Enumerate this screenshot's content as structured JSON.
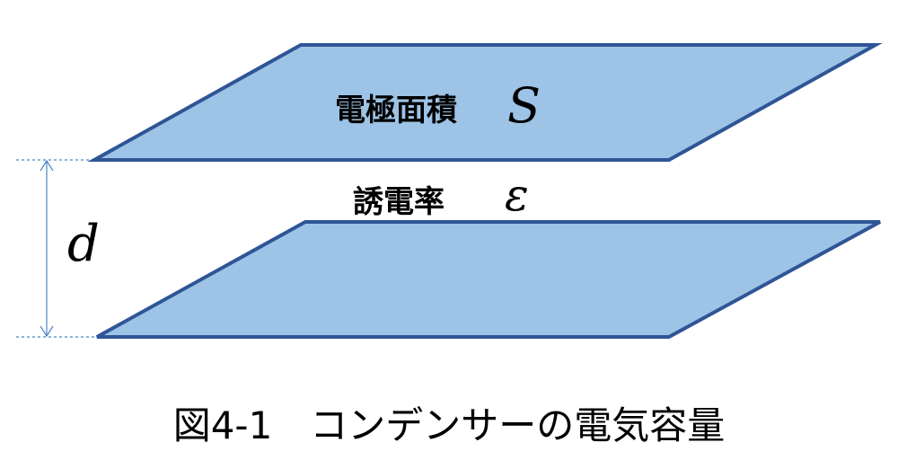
{
  "plates": {
    "area_label": "電極面積",
    "area_symbol": "S",
    "permittivity_label": "誘電率",
    "permittivity_symbol": "ε"
  },
  "distance": {
    "symbol": "d"
  },
  "caption": "図4-1　コンデンサーの電気容量",
  "colors": {
    "plate_fill": "#9dc3e6",
    "plate_stroke": "#2f5597",
    "dimension_line": "#4a86c5"
  }
}
